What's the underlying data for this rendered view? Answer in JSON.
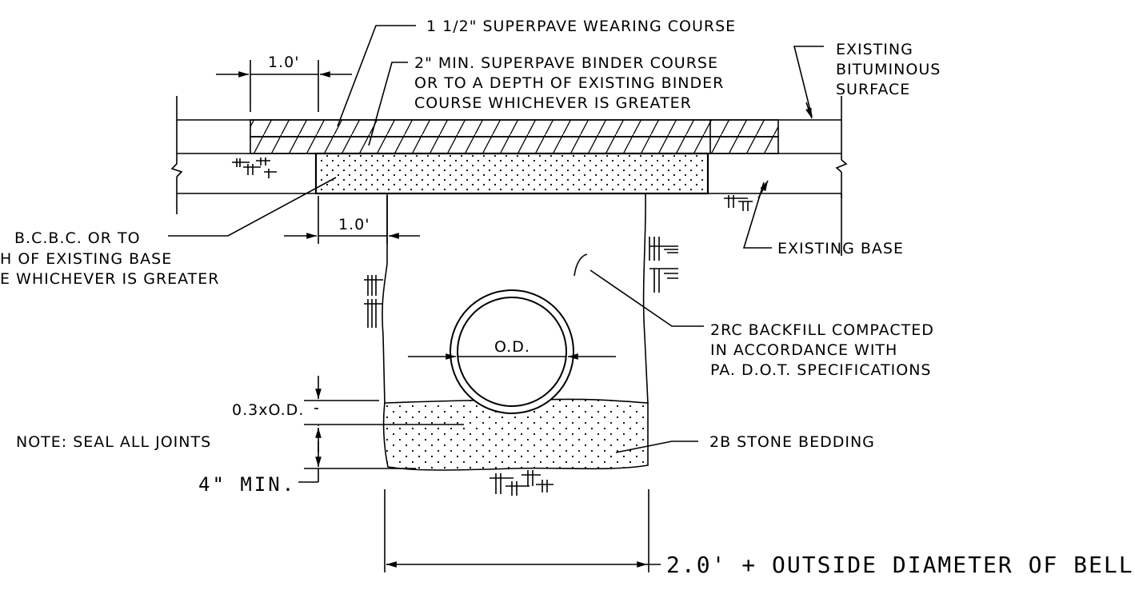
{
  "labels": {
    "wearing_course": "1 1/2\" SUPERPAVE WEARING COURSE",
    "binder_line1": "2\" MIN. SUPERPAVE BINDER COURSE",
    "binder_line2": "OR TO A DEPTH OF EXISTING BINDER",
    "binder_line3": "COURSE WHICHEVER IS GREATER",
    "existing_surface_line1": "EXISTING",
    "existing_surface_line2": "BITUMINOUS",
    "existing_surface_line3": "SURFACE",
    "dim_top": "1.0'",
    "dim_mid": "1.0'",
    "base_line1": "B.C.B.C. OR TO",
    "base_line2": "H OF EXISTING BASE",
    "base_line3": "E WHICHEVER IS GREATER",
    "existing_base": "EXISTING BASE",
    "backfill_line1": "2RC BACKFILL COMPACTED",
    "backfill_line2": "IN ACCORDANCE WITH",
    "backfill_line3": "PA. D.O.T. SPECIFICATIONS",
    "od": "O.D.",
    "bedding_ratio": "0.3xO.D.",
    "note": "NOTE: SEAL ALL JOINTS",
    "stone_bedding": "2B STONE BEDDING",
    "min_depth": "4\" MIN.",
    "trench_width": "2.0' + OUTSIDE DIAMETER OF BELL"
  }
}
